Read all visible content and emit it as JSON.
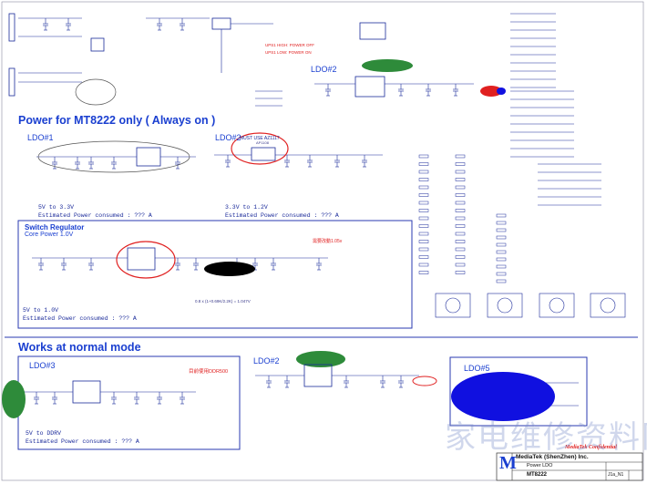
{
  "sections": {
    "always_on_title": "Power for MT8222 only ( Always on )",
    "normal_mode_title": "Works at  normal mode"
  },
  "blocks": {
    "ldo1": {
      "label": "LDO#1",
      "range": "5V to 3.3V",
      "power": "Estimated Power consumed : ??? A"
    },
    "ldo2_top": {
      "label": "LDO#2",
      "range": "3.3V to 1.2V",
      "power": "Estimated Power consumed : ??? A",
      "note": "MUST USE AZ1117",
      "part": "AP1108"
    },
    "ldo2_upper_right": {
      "label": "LDO#2"
    },
    "switch_regulator": {
      "label": "Switch Regulator",
      "sublabel": "Core Power 1.0V",
      "range": "5V to 1.0V",
      "power": "Estimated Power consumed : ??? A",
      "note_red": "需要改動1.05v",
      "formula": "0.8 x (1+0.69K/2.2K) = 1.047V"
    },
    "ldo3": {
      "label": "LDO#3",
      "range": "5V to DDRV",
      "power": "Estimated Power consumed : ??? A",
      "note_red": "目前使用DDR500"
    },
    "ldo2_bottom": {
      "label": "LDO#2"
    },
    "ldo5": {
      "label": "LDO#5"
    }
  },
  "power_notes": {
    "high": "UPS1 HIGH: POWER OFF",
    "low": "UPS1 LOW: POWER ON"
  },
  "title_block": {
    "company": "MediaTek (ShenZhen) Inc.",
    "confidential": "MediaTek Confidential",
    "sheet_title": "Power LDO",
    "part": "MT8222",
    "rev": "J1a_N1",
    "logo": "M"
  },
  "watermark": "家电维修资料网",
  "colors": {
    "wire": "#1a2a9a",
    "heading": "#1a3fd0",
    "red_mark": "#e02020",
    "green_mark": "#2e8b3a",
    "blue_mark": "#1010e0",
    "black_mark": "#000000"
  }
}
